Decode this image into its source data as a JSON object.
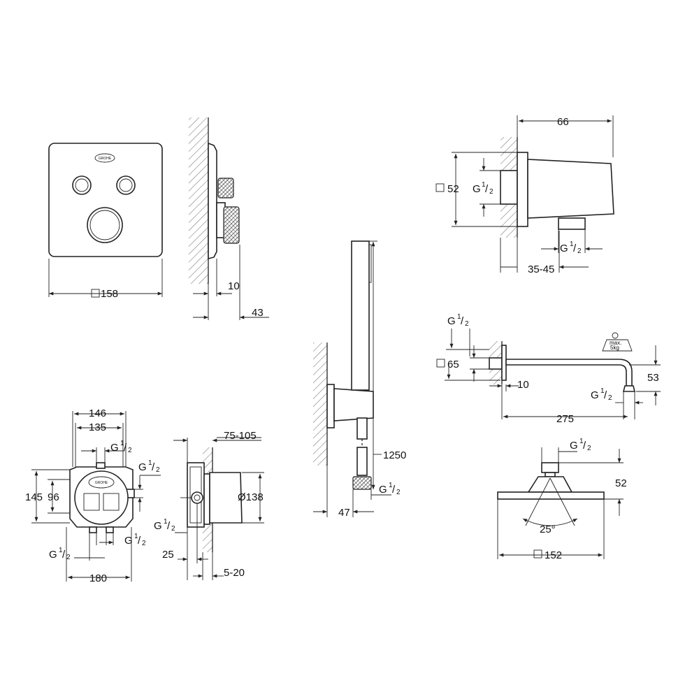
{
  "brand": "GROHE",
  "dims": {
    "panel_width": "158",
    "panel_depth_10": "10",
    "panel_depth_43": "43",
    "elbow_width": "66",
    "elbow_square": "52",
    "elbow_g": "G",
    "elbow_frac_num": "1",
    "elbow_frac_den": "2",
    "elbow_bottom_g": "G",
    "elbow_bottom_num": "1",
    "elbow_bottom_den": "2",
    "elbow_range": "35-45",
    "hose_length": "1250",
    "hand_g": "G",
    "hand_num": "1",
    "hand_den": "2",
    "hand_offset": "47",
    "arm_g": "G",
    "arm_num": "1",
    "arm_den": "2",
    "arm_square": "65",
    "arm_depth": "10",
    "arm_height": "53",
    "arm_out_g": "G",
    "arm_out_num": "1",
    "arm_out_den": "2",
    "arm_length": "275",
    "weight_label_1": "max.",
    "weight_label_2": "5kg",
    "head_g": "G",
    "head_num": "1",
    "head_den": "2",
    "head_height": "52",
    "head_angle": "25°",
    "head_square": "152",
    "box_146": "146",
    "box_135": "135",
    "box_top_g": "G",
    "box_top_num": "1",
    "box_top_den": "2",
    "box_right_g": "G",
    "box_right_num": "1",
    "box_right_den": "2",
    "box_145": "145",
    "box_96": "96",
    "box_left_g": "G",
    "box_left_num": "1",
    "box_left_den": "2",
    "box_bottom_g": "G",
    "box_bottom_num": "1",
    "box_bottom_den": "2",
    "box_180": "180",
    "side_range": "75-105",
    "side_diameter": "Ø138",
    "side_g": "G",
    "side_num": "1",
    "side_den": "2",
    "side_25": "25",
    "side_range_small": "5-20"
  }
}
